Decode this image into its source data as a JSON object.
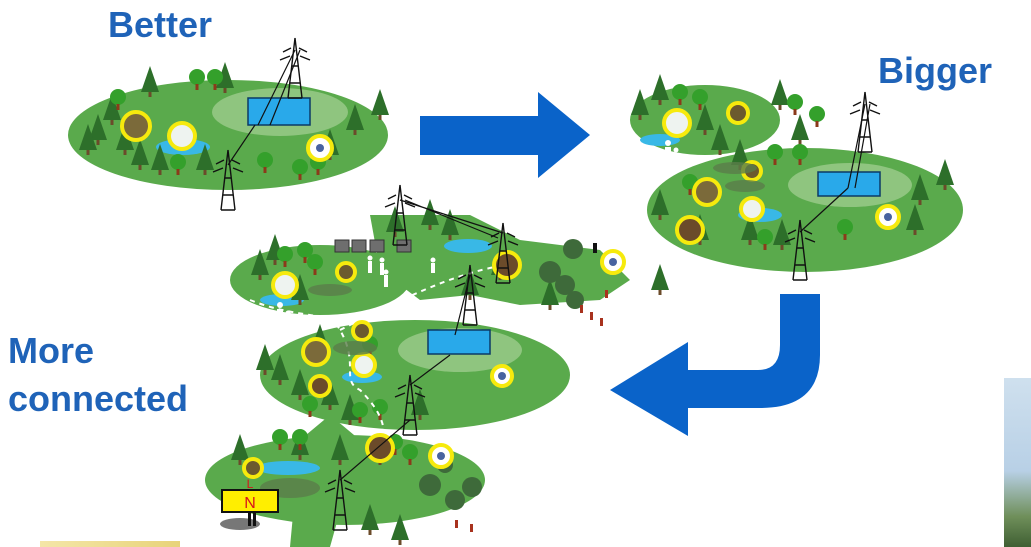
{
  "labels": {
    "better": "Better",
    "bigger": "Bigger",
    "more": "More",
    "connected": "connected",
    "plug_n": "N",
    "plug_l": "L"
  },
  "colors": {
    "text": "#1f63b8",
    "arrow": "#0a63c9",
    "grass_light": "#5aaa4c",
    "grass_dark": "#3b8a33",
    "clearing": "#8fc57f",
    "tree_dark": "#2d6f2a",
    "tree_light": "#34a02b",
    "box": "#29a9ea",
    "pond": "#39b8e6",
    "ring": "#f6ea0d",
    "red_text": "#d8151b",
    "plug_fill": "#ffee00",
    "ellipse_dark": "#3a4a3a"
  },
  "icons": [
    "pylon-icon",
    "transformer-box-icon",
    "tree-icon",
    "species-ring-icon",
    "pond-icon",
    "person-icon",
    "building-icon",
    "arrow-right-icon",
    "arrow-curved-down-left-icon",
    "plug-icon"
  ]
}
